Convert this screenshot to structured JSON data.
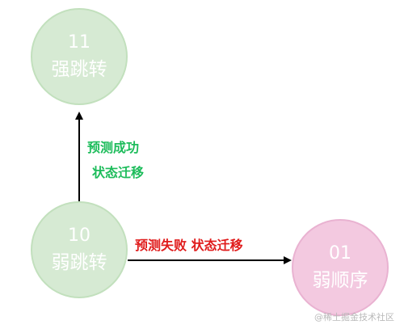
{
  "nodes": {
    "strong_jump": {
      "code": "11",
      "name": "强跳转"
    },
    "weak_jump": {
      "code": "10",
      "name": "弱跳转"
    },
    "weak_seq": {
      "code": "01",
      "name": "弱顺序"
    }
  },
  "edges": {
    "up_line1": "预测成功",
    "up_line2": "状态迁移",
    "right": "预测失败 状态迁移"
  },
  "watermark": "@稀土掘金技术社区",
  "colors": {
    "green_node_fill": "#d6ead3",
    "pink_node_fill": "#f3c9e0",
    "success_label": "#1dbc5b",
    "fail_label": "#e01b1b",
    "arrow": "#000000"
  }
}
